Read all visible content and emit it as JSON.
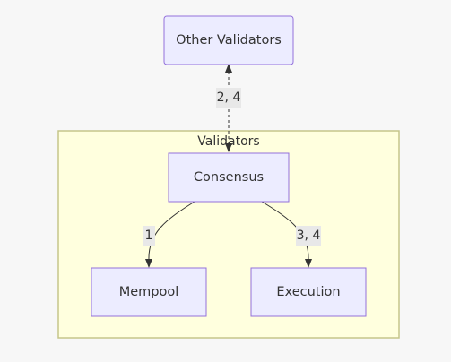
{
  "cluster": {
    "title": "Validators"
  },
  "nodes": {
    "other_validators": "Other Validators",
    "consensus": "Consensus",
    "mempool": "Mempool",
    "execution": "Execution"
  },
  "edges": {
    "consensus_other": "2, 4",
    "consensus_mempool": "1",
    "consensus_execution": "3, 4"
  },
  "colors": {
    "node_fill": "#ECECFF",
    "node_stroke": "#9370DB",
    "cluster_fill": "#ffffde",
    "cluster_stroke": "#c5c58a",
    "edge": "#333333",
    "label_bg": "#e8e8e8"
  }
}
